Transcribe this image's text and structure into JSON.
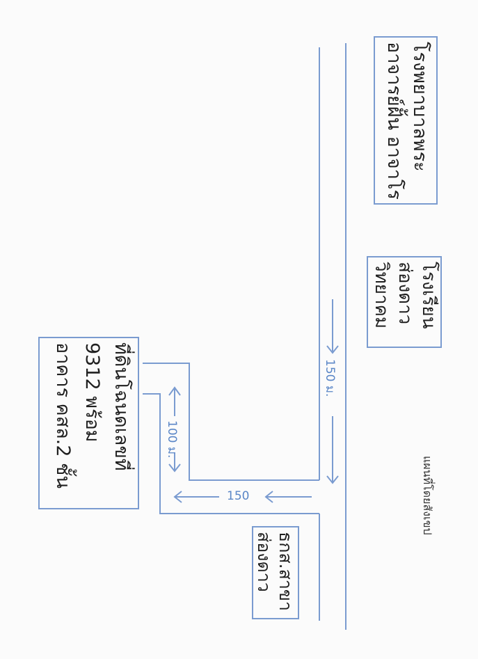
{
  "map_title": "แผนที่โดยสังเขป",
  "landmarks": {
    "hospital": [
      "โรงพยาบาลพระ",
      "อาจารย์ฝั้น อาจาโร"
    ],
    "school": [
      "โรงเรียน",
      "ส่องดาว",
      "วิทยาคม"
    ],
    "land": [
      "ที่ดินโฉนดเลขที่",
      "9312 พร้อม",
      "อาคาร คสล.2 ชั้น"
    ],
    "bank": [
      "ธกส.สาขา",
      "ส่องดาว"
    ]
  },
  "distances": {
    "main_road": "150 ม.",
    "side_road_horizontal": "150",
    "side_road_vertical": "100 ม."
  },
  "colors": {
    "road": "#7a9bd0",
    "measure": "#5a86c7",
    "text": "#1f1f1f"
  }
}
